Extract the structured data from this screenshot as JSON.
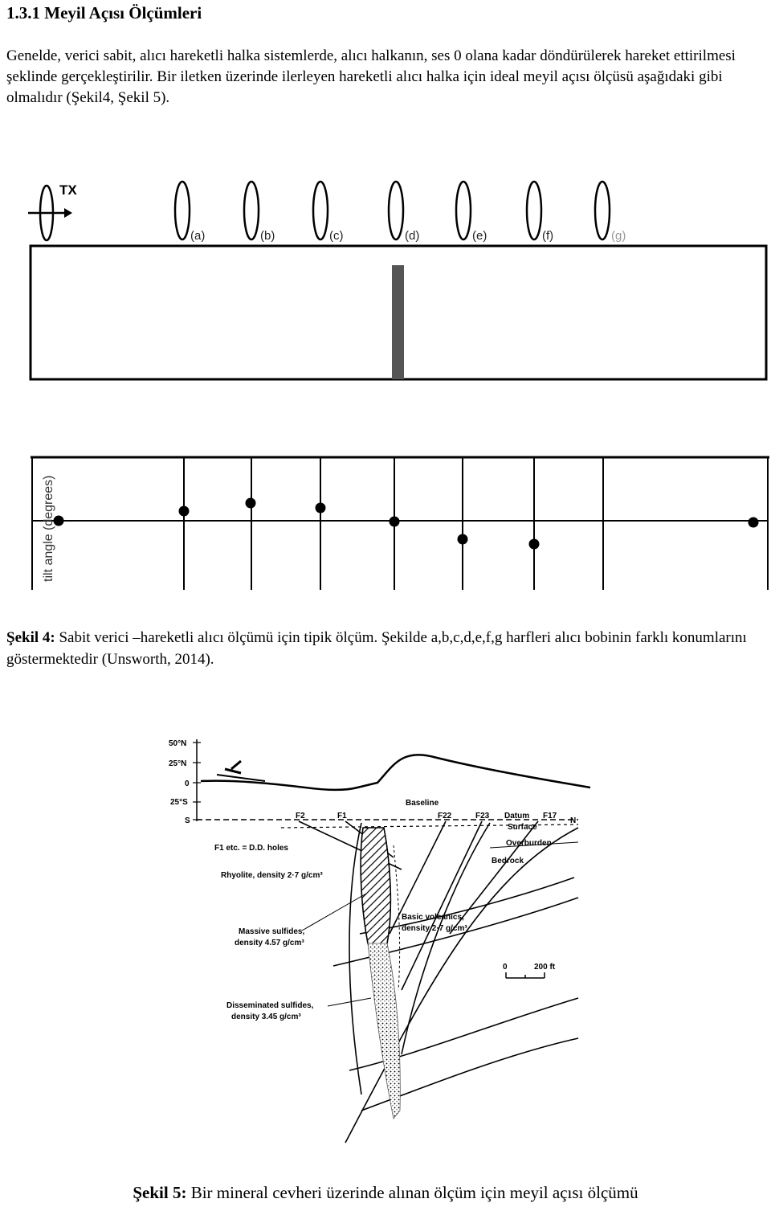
{
  "section": {
    "heading": "1.3.1 Meyil Açısı Ölçümleri"
  },
  "body_text": "Genelde, verici sabit, alıcı hareketli halka sistemlerde, alıcı halkanın, ses 0 olana kadar döndürülerek hareket ettirilmesi şeklinde gerçekleştirilir. Bir iletken üzerinde ilerleyen hareketli alıcı halka için ideal meyil açısı ölçüsü aşağıdaki gibi olmalıdır (Şekil4, Şekil 5).",
  "figure4": {
    "tx_label": "TX",
    "coil_labels": [
      "(a)",
      "(b)",
      "(c)",
      "(d)",
      "(e)",
      "(f)",
      "(g)"
    ],
    "y_axis_label": "tilt angle (degrees)",
    "tilt_profile": [
      {
        "station": "TX",
        "tilt": 0
      },
      {
        "station": "(a)",
        "tilt": 1
      },
      {
        "station": "(b)",
        "tilt": 1.3
      },
      {
        "station": "(c)",
        "tilt": 1.1
      },
      {
        "station": "(d)",
        "tilt": 0
      },
      {
        "station": "(e)",
        "tilt": -1
      },
      {
        "station": "(f)",
        "tilt": -1.3
      },
      {
        "station": "end",
        "tilt": 0
      }
    ]
  },
  "caption4": {
    "label": "Şekil 4:",
    "text": " Sabit verici –hareketli alıcı ölçümü için tipik ölçüm. Şekilde a,b,c,d,e,f,g harfleri alıcı bobinin farklı konumlarını göstermektedir (Unsworth, 2014)."
  },
  "figure5": {
    "axis_labels": [
      "50°N",
      "25°N",
      "0",
      "25°S",
      "S"
    ],
    "baseline_label": "Baseline",
    "hole_labels": [
      "F2",
      "F1",
      "F22",
      "F23",
      "F17"
    ],
    "datum_label": "Datum",
    "n_label": "N",
    "surface_label": "Surface",
    "overburden_label": "Overburden",
    "bedrock_label": "Bedrock",
    "holes_legend": "F1 etc. = D.D. holes",
    "rhyolite_label": "Rhyolite, density 2·7 g/cm³",
    "volcanics_label_1": "Basic volcanics,",
    "volcanics_label_2": "density 2·7 g/cm³",
    "massive_label_1": "Massive sulfides,",
    "massive_label_2": "density 4.57 g/cm³",
    "scale_zero": "0",
    "scale_label": "200 ft",
    "disseminated_label_1": "Disseminated sulfides,",
    "disseminated_label_2": "density 3.45 g/cm³"
  },
  "caption5": {
    "label": "Şekil 5:",
    "text": " Bir mineral cevheri üzerinde alınan ölçüm için meyil açısı ölçümü"
  }
}
